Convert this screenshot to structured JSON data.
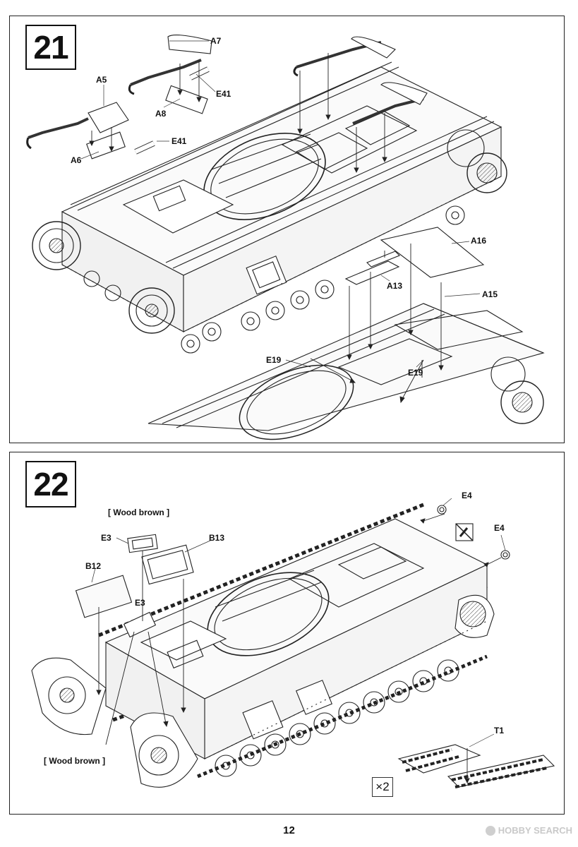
{
  "page": {
    "number": "12"
  },
  "step21": {
    "number": "21",
    "labels": {
      "A7": "A7",
      "A5": "A5",
      "E41a": "E41",
      "E41b": "E41",
      "A8": "A8",
      "A6": "A6",
      "A16": "A16",
      "A13": "A13",
      "A15": "A15",
      "E19a": "E19",
      "E19b": "E19"
    }
  },
  "step22": {
    "number": "22",
    "labels": {
      "E4a": "E4",
      "E4b": "E4",
      "E3a": "E3",
      "E3b": "E3",
      "B13": "B13",
      "B12": "B12",
      "T1": "T1"
    },
    "notes": {
      "wood_top": "[ Wood brown ]",
      "wood_bottom": "[ Wood brown ]"
    },
    "multiplier": "×2"
  },
  "watermark": {
    "text": "HOBBY SEARCH"
  }
}
